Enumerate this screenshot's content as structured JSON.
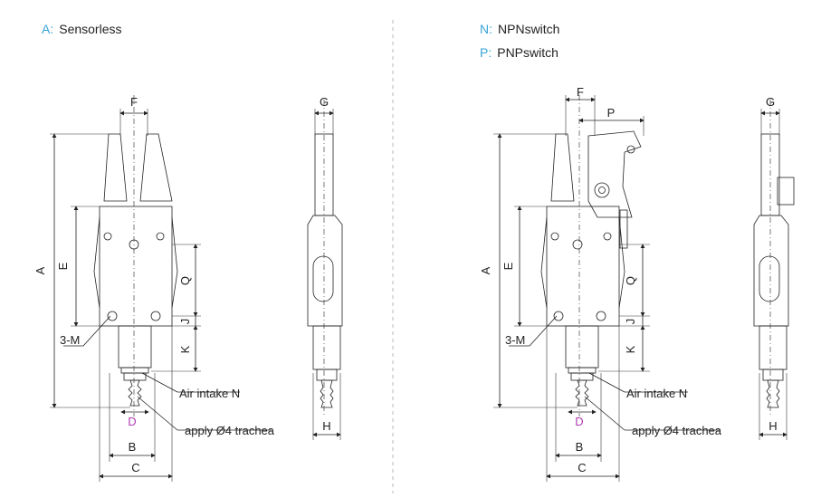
{
  "legends": {
    "left": {
      "key": "A",
      "text": "Sensorless"
    },
    "right": [
      {
        "key": "N",
        "text": "NPNswitch"
      },
      {
        "key": "P",
        "text": "PNPswitch"
      }
    ]
  },
  "dimension_labels": {
    "F": "F",
    "G": "G",
    "P": "P",
    "A": "A",
    "E": "E",
    "Q": "Q",
    "J": "J",
    "K": "K",
    "M": "3-M",
    "D": "D",
    "B": "B",
    "C": "C",
    "H": "H"
  },
  "callouts": {
    "air_intake": "Air intake N",
    "trachea": "apply Ø4 trachea"
  },
  "colors": {
    "accent": "#3aa3d6",
    "d_label": "#b03ab5",
    "body_gray": "#c9c9c9"
  }
}
